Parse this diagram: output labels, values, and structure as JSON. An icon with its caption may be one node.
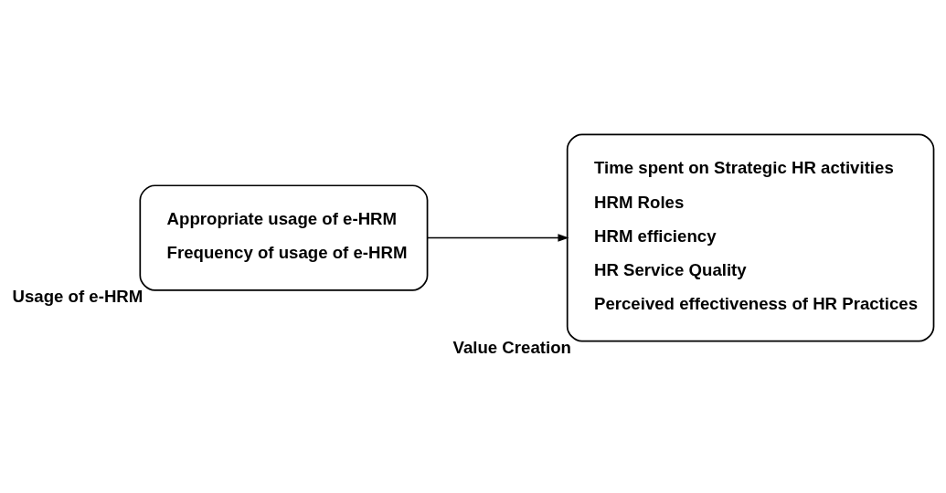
{
  "diagram": {
    "nodes": [
      {
        "text": [
          "Appropriate usage of e-HRM",
          "Frequency of usage of e-HRM"
        ],
        "beside": [
          "Usage of e-HRM"
        ]
      },
      {
        "text": [
          "Time spent on Strategic HR activities",
          "HRM Roles",
          "HRM efficiency",
          "HR Service Quality",
          "Perceived effectiveness of HR Practices"
        ],
        "beside": [
          "Value Creation"
        ]
      }
    ],
    "edges": [
      {
        "from": 0,
        "to": 1,
        "arrow": "to"
      }
    ]
  }
}
